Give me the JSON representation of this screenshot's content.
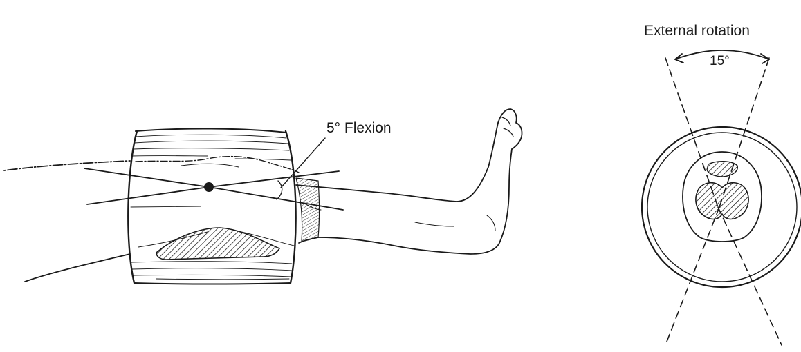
{
  "labels": {
    "flexion": "5° Flexion",
    "rotation": "External rotation",
    "rotation_angle": "15°"
  },
  "colors": {
    "ink": "#1a1a1a",
    "background": "#ffffff"
  },
  "icons": {
    "leg": "leg-in-cylinder-drawing",
    "cross_section": "knee-cross-section-drawing"
  }
}
